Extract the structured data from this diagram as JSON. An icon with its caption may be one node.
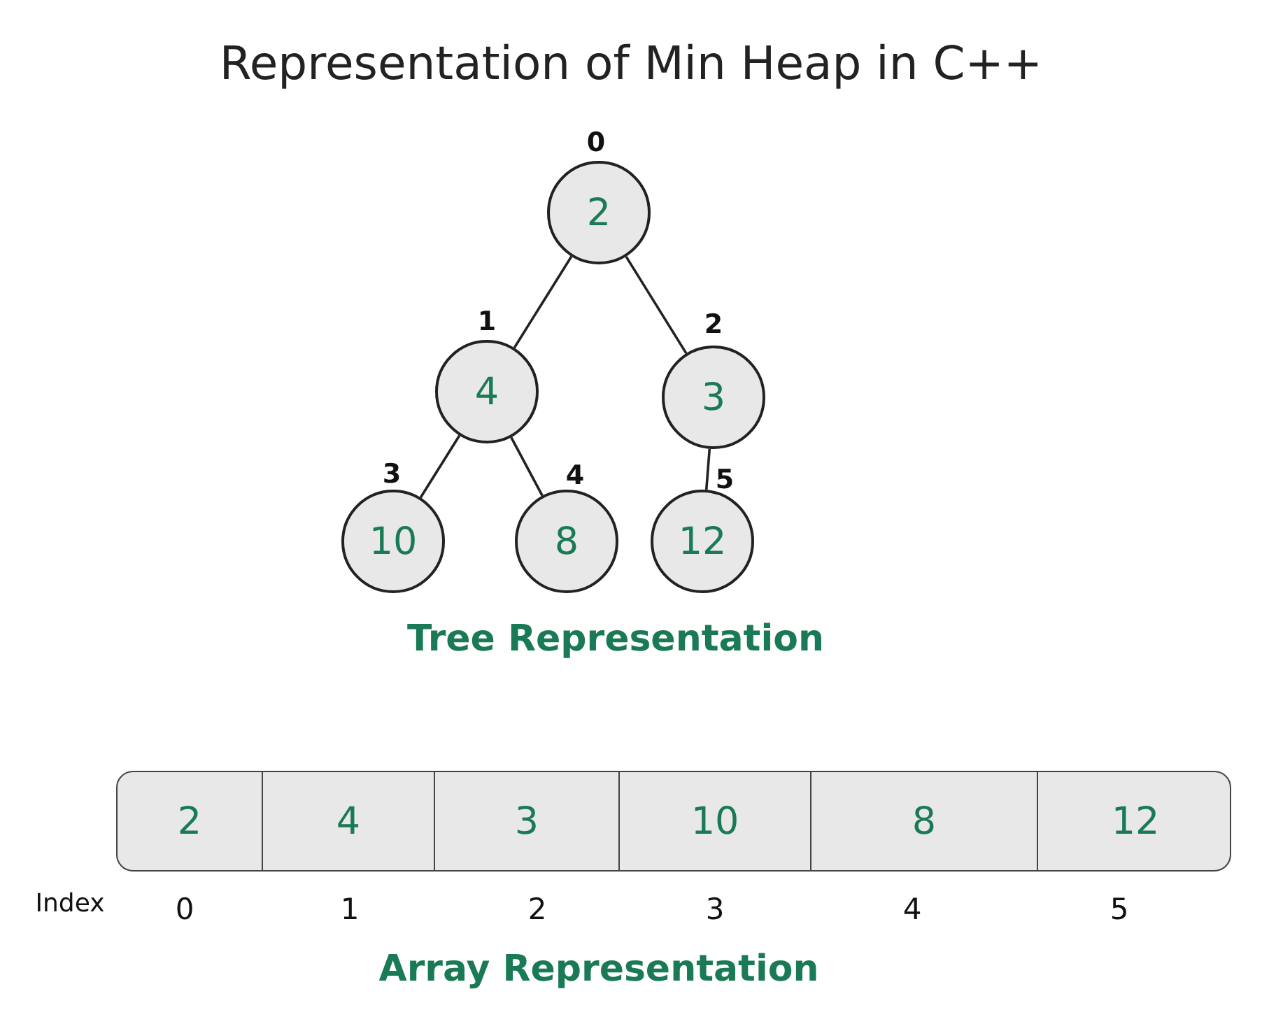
{
  "diagram": {
    "title": "Representation of Min Heap in C++",
    "nodes": [
      {
        "text": [
          "2"
        ],
        "beside": [
          "0"
        ]
      },
      {
        "text": [
          "4"
        ],
        "beside": [
          "1"
        ]
      },
      {
        "text": [
          "3"
        ],
        "beside": [
          "2"
        ]
      },
      {
        "text": [
          "10"
        ],
        "beside": [
          "3"
        ]
      },
      {
        "text": [
          "8"
        ],
        "beside": [
          "4"
        ]
      },
      {
        "text": [
          "12"
        ],
        "beside": [
          "5"
        ]
      },
      {
        "text": [],
        "shape": "box"
      },
      {
        "text": [
          "2"
        ],
        "in": 6
      },
      {
        "text": [
          "4"
        ],
        "in": 6
      },
      {
        "text": [
          "3"
        ],
        "in": 6
      },
      {
        "text": [
          "10"
        ],
        "in": 6
      },
      {
        "text": [
          "8"
        ],
        "in": 6
      },
      {
        "text": [
          "12"
        ],
        "in": 6
      }
    ],
    "edges": [
      {
        "from": 0,
        "to": 1,
        "arrow": "none"
      },
      {
        "from": 0,
        "to": 2,
        "arrow": "none"
      },
      {
        "from": 1,
        "to": 3,
        "arrow": "none"
      },
      {
        "from": 1,
        "to": 4,
        "arrow": "none"
      },
      {
        "from": 2,
        "to": 5,
        "arrow": "none"
      }
    ],
    "labels": [
      "Tree Representation",
      "Index",
      "0",
      "1",
      "2",
      "3",
      "4",
      "5",
      "Array Representation"
    ]
  }
}
